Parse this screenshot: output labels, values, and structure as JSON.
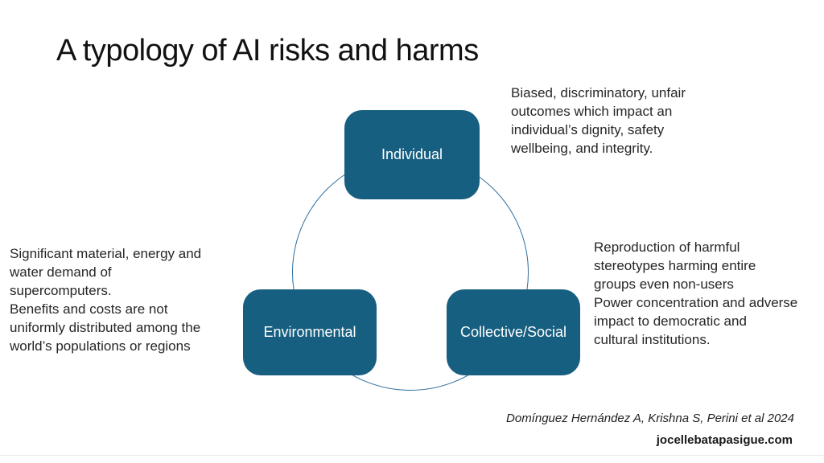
{
  "slide": {
    "title": "A typology of AI risks and harms",
    "nodes": [
      {
        "id": "individual",
        "label": "Individual"
      },
      {
        "id": "environmental",
        "label": "Environmental"
      },
      {
        "id": "collective",
        "label": "Collective/Social"
      }
    ],
    "annotations": {
      "individual": "Biased, discriminatory, unfair\noutcomes which impact an\nindividual’s dignity, safety\nwellbeing, and integrity.",
      "environmental": "Significant material, energy and\nwater demand of\nsupercomputers.\nBenefits and costs are not\nuniformly distributed among the\nworld’s populations or regions",
      "collective": "Reproduction of harmful\nstereotypes harming entire\ngroups even non-users\nPower concentration and adverse\nimpact to democratic and\ncultural institutions."
    },
    "citation": "Domínguez Hernández A, Krishna S, Perini et al 2024",
    "website": "jocellebatapasigue.com",
    "colors": {
      "node_fill": "#175F80",
      "node_text": "#FFFFFF",
      "circle_stroke": "#2E6E9E",
      "body_text": "#262626",
      "title_text": "#111111"
    }
  }
}
